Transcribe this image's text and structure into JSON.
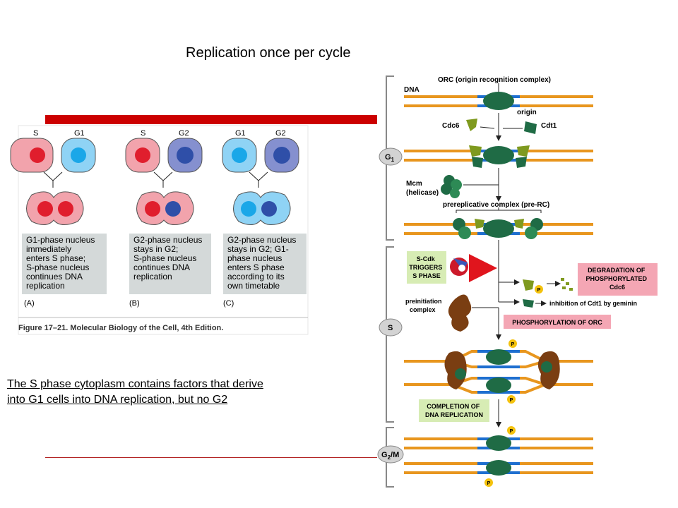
{
  "slide": {
    "title": "Replication once per cycle",
    "caption_line1": "The S phase cytoplasm contains factors that derive",
    "caption_line2": "into G1 cells into DNA replication, but no G2"
  },
  "left_figure": {
    "panels": [
      {
        "cell1": "S",
        "cell2": "G1",
        "text": [
          "G1-phase nucleus",
          "immediately",
          "enters S phase;",
          "S-phase nucleus",
          "continues DNA",
          "replication"
        ],
        "letter": "(A)"
      },
      {
        "cell1": "S",
        "cell2": "G2",
        "text": [
          "G2-phase nucleus",
          "stays in G2;",
          "S-phase nucleus",
          "continues DNA",
          "replication"
        ],
        "letter": "(B)"
      },
      {
        "cell1": "G1",
        "cell2": "G2",
        "text": [
          "G2-phase nucleus",
          "stays in G2; G1-",
          "phase nucleus",
          "enters S phase",
          "according to its",
          "own timetable"
        ],
        "letter": "(C)"
      }
    ],
    "figure_caption": "Figure 17–21. Molecular Biology of the Cell, 4th Edition."
  },
  "right_figure": {
    "orc_label": "ORC (origin recognition complex)",
    "dna_label": "DNA",
    "origin_label": "origin",
    "cdc6_label": "Cdc6",
    "cdt1_label": "Cdt1",
    "g1_label": "G",
    "g1_sub": "1",
    "mcm_label1": "Mcm",
    "mcm_label2": "(helicase)",
    "prerc_label": "prereplicative complex (pre-RC)",
    "scdk_lines": [
      "S-Cdk",
      "TRIGGERS",
      "S PHASE"
    ],
    "degradation_lines": [
      "DEGRADATION OF",
      "PHOSPHORYLATED",
      "Cdc6"
    ],
    "preinitiation_lines": [
      "preinitiation",
      "complex"
    ],
    "inhibition_label": "inhibition of Cdt1 by geminin",
    "s_label": "S",
    "phos_orc_label": "PHOSPHORYLATION OF ORC",
    "completion_lines": [
      "COMPLETION OF",
      "DNA REPLICATION"
    ],
    "g2m_label": "G",
    "g2m_sub": "2",
    "g2m_suffix": "/M",
    "p_label": "P"
  },
  "colors": {
    "accent_red": "#cc0000",
    "dna_orange": "#e8961e",
    "origin_blue": "#1e6fd0",
    "orc_green": "#1f6b45",
    "cdc6_olive": "#7f9a1f",
    "pink_box": "#f4a6b4",
    "green_box": "#d7ecb4",
    "gray_box": "#d4d9d9",
    "s_cell": "#f2a3ac",
    "g1_cell": "#8fd3f5",
    "g2_cell": "#8590cf"
  }
}
